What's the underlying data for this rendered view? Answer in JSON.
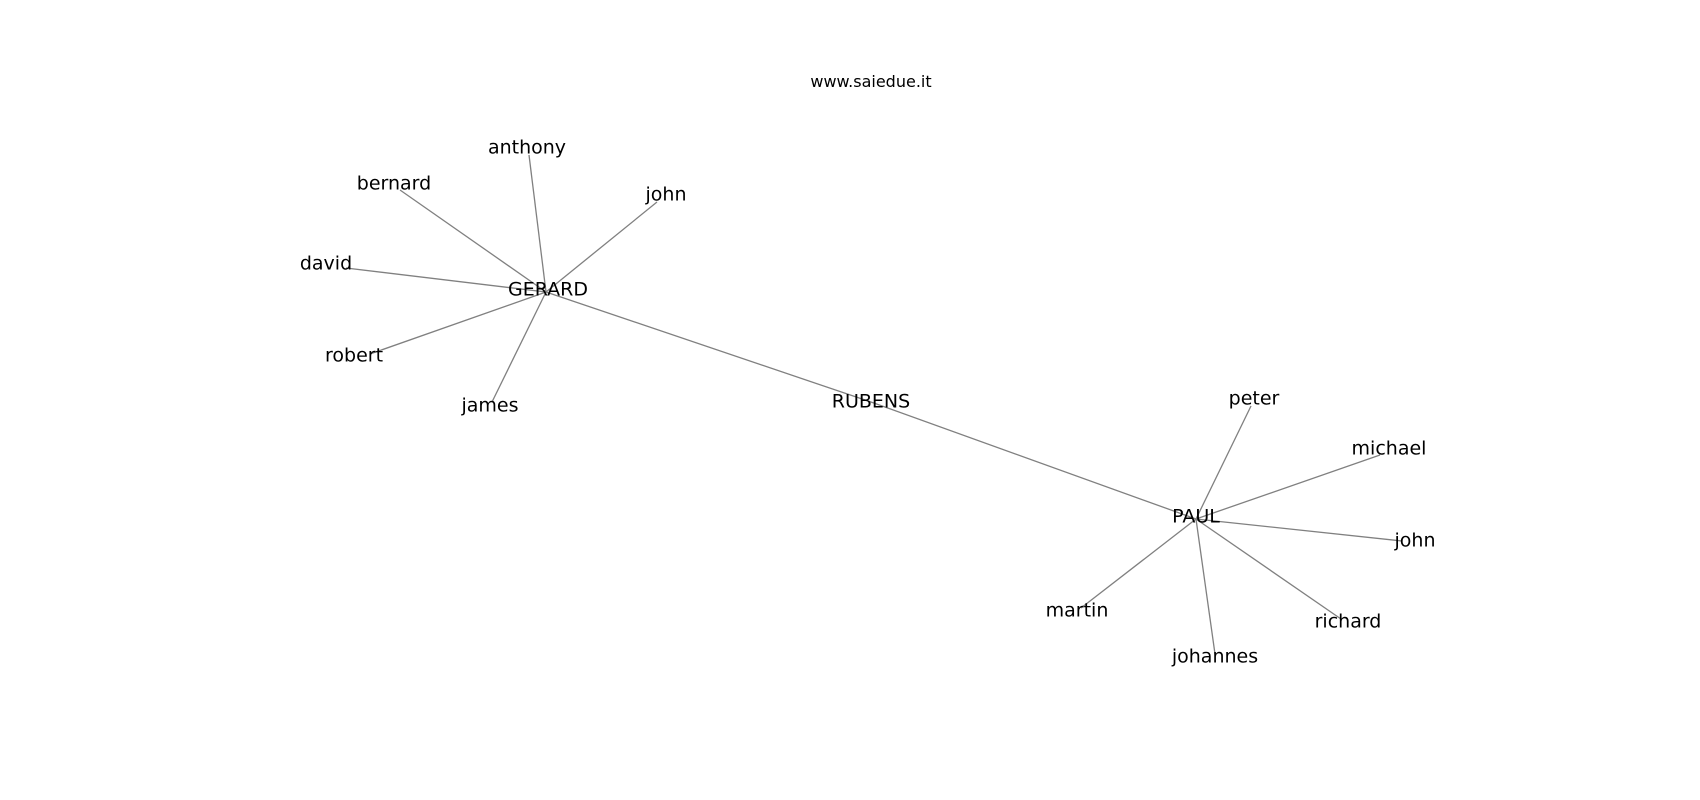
{
  "watermark": "www.saiedue.it",
  "nodes": [
    {
      "id": "rubens",
      "label": "RUBENS"
    },
    {
      "id": "gerard",
      "label": "GERARD"
    },
    {
      "id": "paul",
      "label": "PAUL"
    },
    {
      "id": "anthony",
      "label": "anthony"
    },
    {
      "id": "bernard",
      "label": "bernard"
    },
    {
      "id": "john_g",
      "label": "john"
    },
    {
      "id": "david",
      "label": "david"
    },
    {
      "id": "robert",
      "label": "robert"
    },
    {
      "id": "james",
      "label": "james"
    },
    {
      "id": "peter",
      "label": "peter"
    },
    {
      "id": "michael",
      "label": "michael"
    },
    {
      "id": "john_p",
      "label": "john"
    },
    {
      "id": "martin",
      "label": "martin"
    },
    {
      "id": "richard",
      "label": "richard"
    },
    {
      "id": "johannes",
      "label": "johannes"
    }
  ],
  "edges": [
    [
      "rubens",
      "gerard"
    ],
    [
      "rubens",
      "paul"
    ],
    [
      "gerard",
      "anthony"
    ],
    [
      "gerard",
      "bernard"
    ],
    [
      "gerard",
      "john_g"
    ],
    [
      "gerard",
      "david"
    ],
    [
      "gerard",
      "robert"
    ],
    [
      "gerard",
      "james"
    ],
    [
      "paul",
      "peter"
    ],
    [
      "paul",
      "michael"
    ],
    [
      "paul",
      "john_p"
    ],
    [
      "paul",
      "martin"
    ],
    [
      "paul",
      "richard"
    ],
    [
      "paul",
      "johannes"
    ]
  ]
}
